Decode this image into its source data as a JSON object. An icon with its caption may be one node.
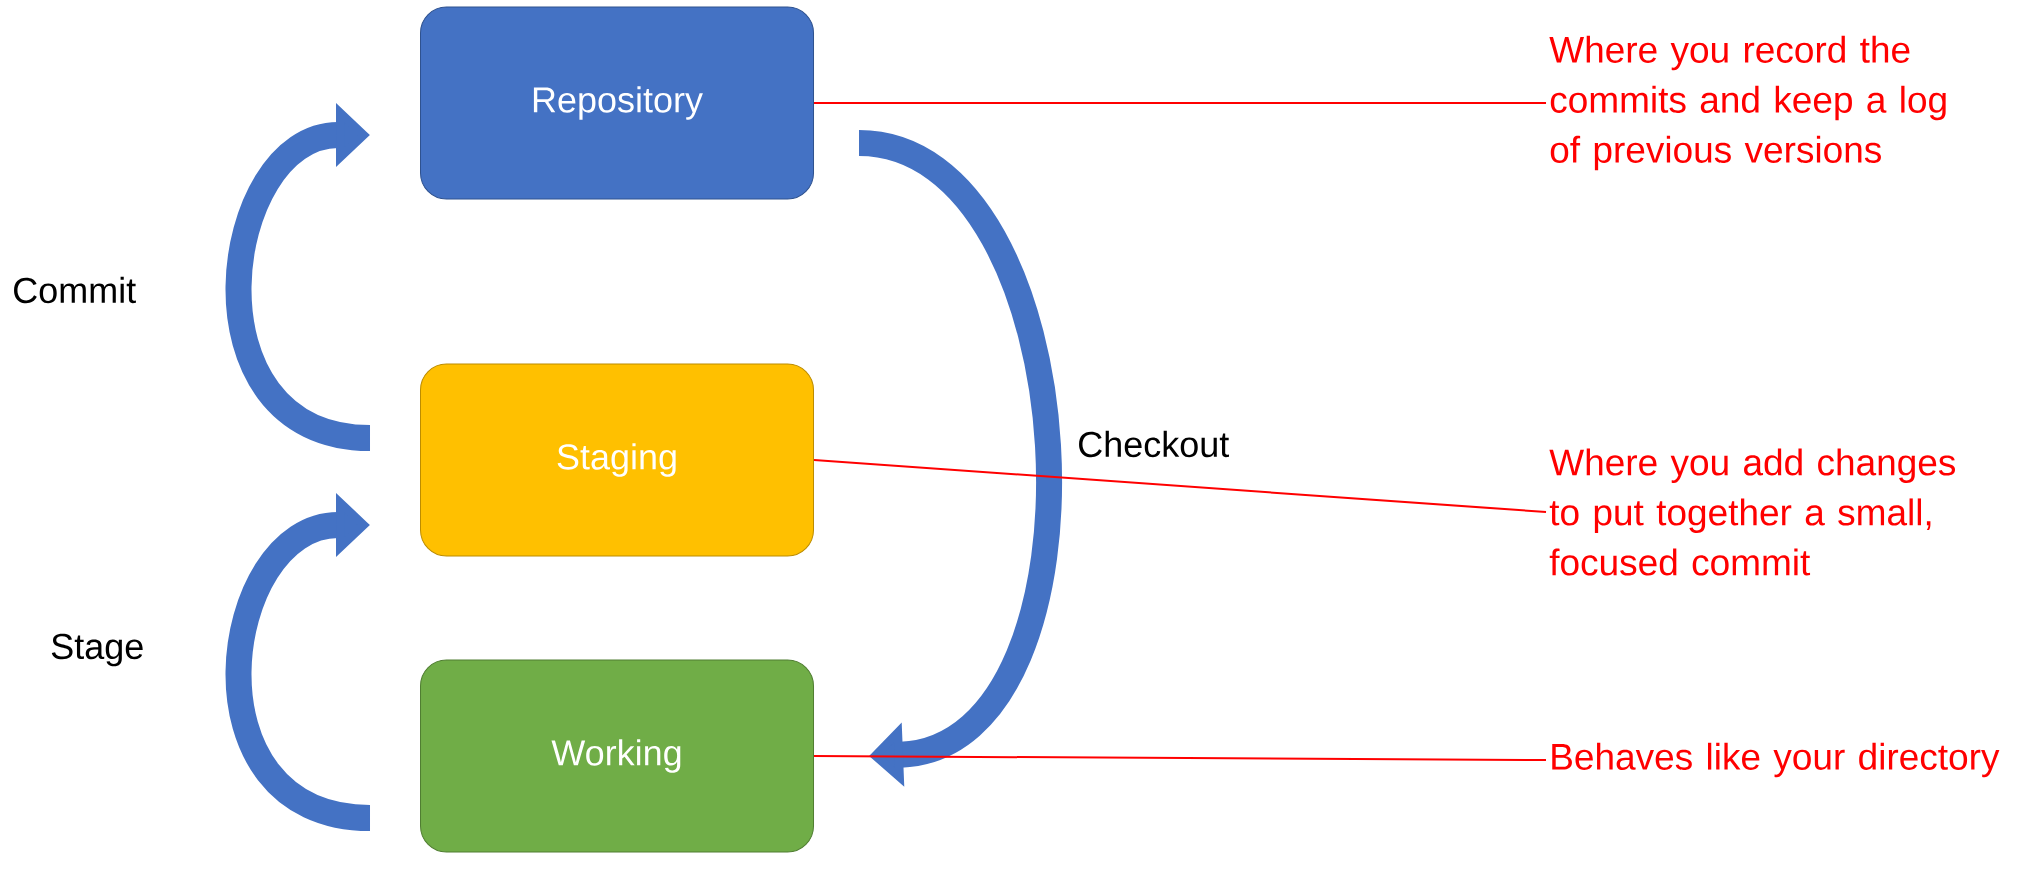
{
  "diagram": {
    "nodes": [
      {
        "text": [
          "Repository"
        ]
      },
      {
        "text": [
          "Staging"
        ]
      },
      {
        "text": [
          "Working"
        ]
      },
      {
        "text": [
          "Where you record the commits and keep a log of previous versions"
        ]
      },
      {
        "text": [
          "Where you add changes to put together a small, focused commit"
        ]
      },
      {
        "text": [
          "Behaves like your directory"
        ]
      }
    ],
    "edges": [
      {
        "from": 1,
        "to": 0,
        "arrow": "to",
        "label": "Commit",
        "style": "thick"
      },
      {
        "from": 2,
        "to": 1,
        "arrow": "to",
        "label": "Stage",
        "style": "thick"
      },
      {
        "from": 0,
        "to": 2,
        "arrow": "to",
        "label": "Checkout",
        "style": "thick"
      },
      {
        "from": 3,
        "to": 0,
        "arrow": "none",
        "color": "#ff0000"
      },
      {
        "from": 4,
        "to": 1,
        "arrow": "none",
        "color": "#ff0000"
      },
      {
        "from": 5,
        "to": 2,
        "arrow": "none",
        "color": "#ff0000"
      }
    ]
  }
}
